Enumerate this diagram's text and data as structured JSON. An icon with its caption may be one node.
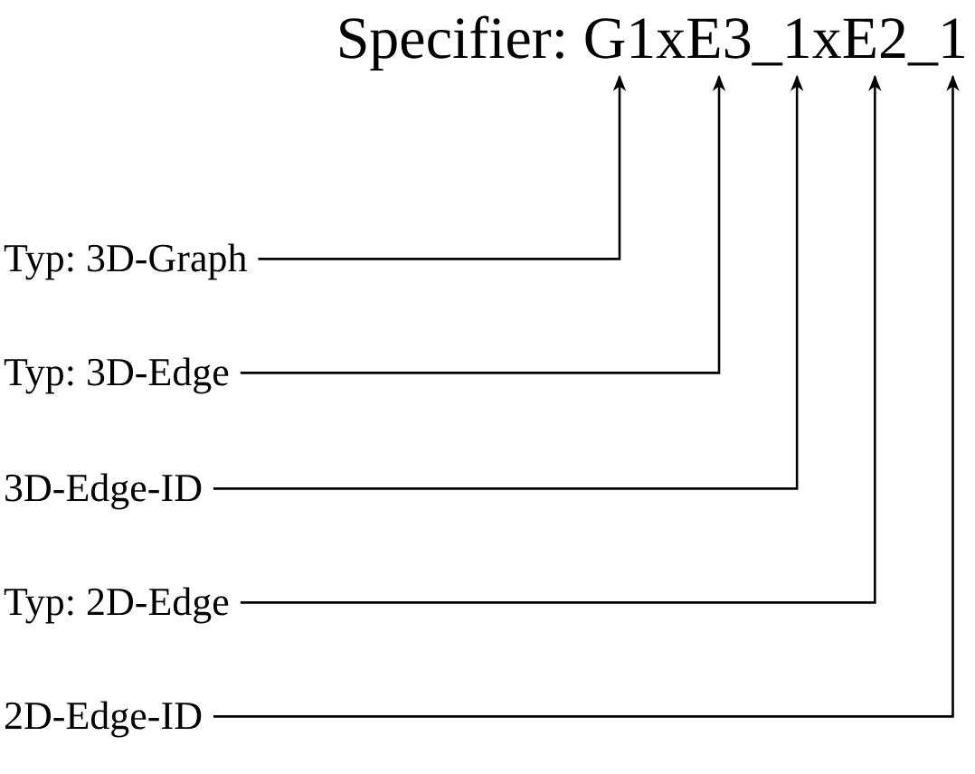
{
  "diagram": {
    "title": "Specifier: G1xE3_1xE2_1",
    "nodes": [
      {
        "text": [
          "Typ: 3D-Graph"
        ]
      },
      {
        "text": [
          "Typ: 3D-Edge"
        ]
      },
      {
        "text": [
          "3D-Edge-ID"
        ]
      },
      {
        "text": [
          "Typ: 2D-Edge"
        ]
      },
      {
        "text": [
          "2D-Edge-ID"
        ]
      }
    ],
    "edges": [
      {
        "from": 0,
        "to": null,
        "arrow": "to"
      },
      {
        "from": 1,
        "to": null,
        "arrow": "to"
      },
      {
        "from": 2,
        "to": null,
        "arrow": "to"
      },
      {
        "from": 3,
        "to": null,
        "arrow": "to"
      },
      {
        "from": 4,
        "to": null,
        "arrow": "to"
      }
    ]
  }
}
